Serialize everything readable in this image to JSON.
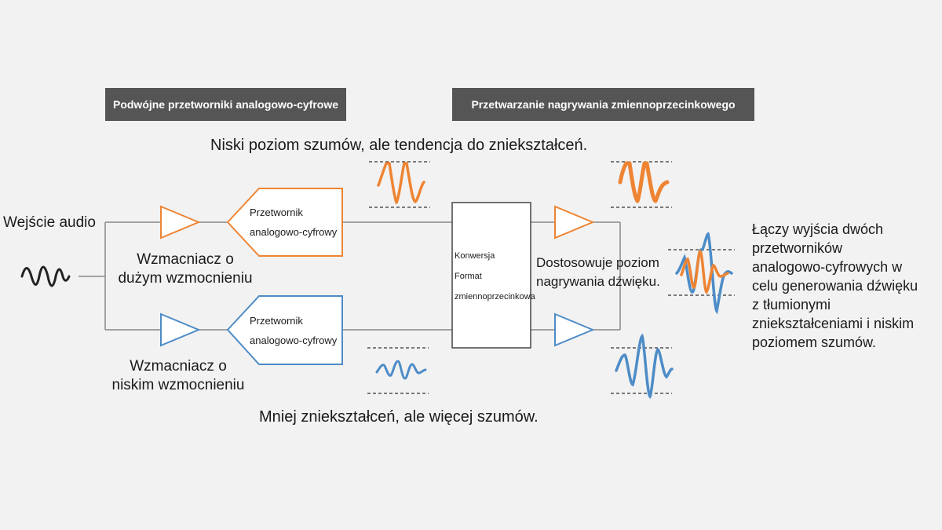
{
  "headers": {
    "dual_adc": "Podwójne przetworniki analogowo-cyfrowe",
    "float_rec": "Przetwarzanie nagrywania zmiennoprzecinkowego"
  },
  "captions": {
    "top": "Niski poziom szumów, ale tendencja do zniekształceń.",
    "bottom": "Mniej zniekształceń, ale więcej szumów."
  },
  "input": {
    "label": "Wejście audio"
  },
  "amplifiers": {
    "high_gain": [
      "Wzmacniacz o",
      "dużym wzmocnieniu"
    ],
    "low_gain": [
      "Wzmacniacz o",
      "niskim wzmocnieniu"
    ]
  },
  "adc": {
    "upper": [
      "Przetwornik",
      "analogowo-cyfrowy"
    ],
    "lower": [
      "Przetwornik",
      "analogowo-cyfrowy"
    ]
  },
  "converter": [
    "Konwersja",
    "Format",
    "zmiennoprzecinkowa"
  ],
  "level_adjust": [
    "Dostosowuje poziom",
    "nagrywania dźwięku."
  ],
  "output_description": [
    "Łączy wyjścia dwóch",
    "przetworników",
    "analogowo-cyfrowych w",
    "celu generowania dźwięku",
    "z tłumionymi",
    "zniekształceniami i niskim",
    "poziomem szumów."
  ],
  "colors": {
    "high_path": "#ee8433",
    "low_path": "#4d8cc7",
    "line": "#888888",
    "header_bg": "#555555",
    "text": "#1a1a1a",
    "background": "#f2f2f2"
  }
}
